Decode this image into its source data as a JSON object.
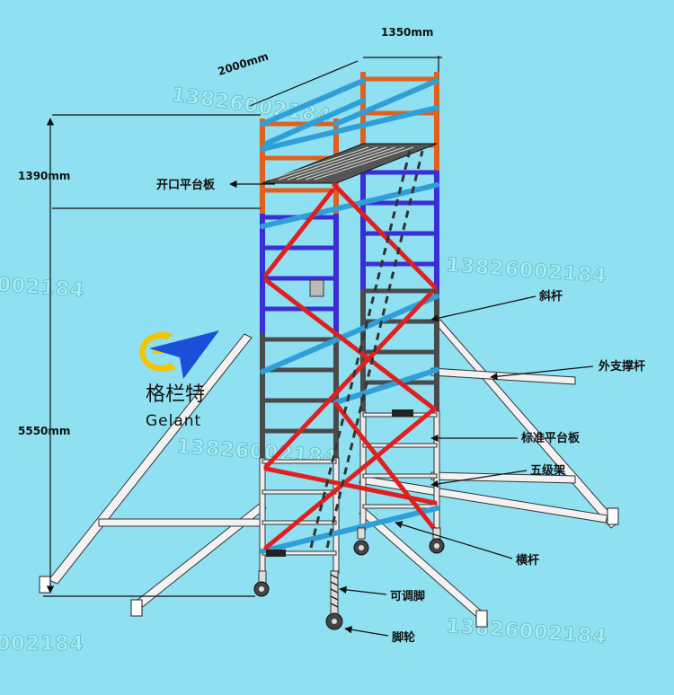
{
  "dimensions": {
    "width_label": "2000mm",
    "depth_label": "1350mm",
    "top_height_label": "1390mm",
    "total_height_label": "5550mm"
  },
  "labels": {
    "trapdoor_platform": "开口平台板",
    "diagonal_brace": "斜杆",
    "outrigger": "外支撑杆",
    "standard_platform": "标准平台板",
    "five_rung_frame": "五级架",
    "horizontal_brace": "横杆",
    "adjustable_leg": "可调脚",
    "caster": "脚轮"
  },
  "brand": {
    "name_cn": "格栏特",
    "name_en": "Gelant"
  },
  "watermark": {
    "text_full": "13826002184",
    "text_left_mid": "002184",
    "text_left_bottom": "002184"
  },
  "colors": {
    "background": "#8fe0f0",
    "orange_frame": "#e0601c",
    "blue_frame": "#3a2ed8",
    "dark_frame": "#4a4a4a",
    "light_frame": "#e8e8e8",
    "brace_blue": "#2f9fd8",
    "brace_red": "#e02020",
    "logo_yellow": "#f5c400",
    "logo_blue": "#1a4fd8"
  }
}
